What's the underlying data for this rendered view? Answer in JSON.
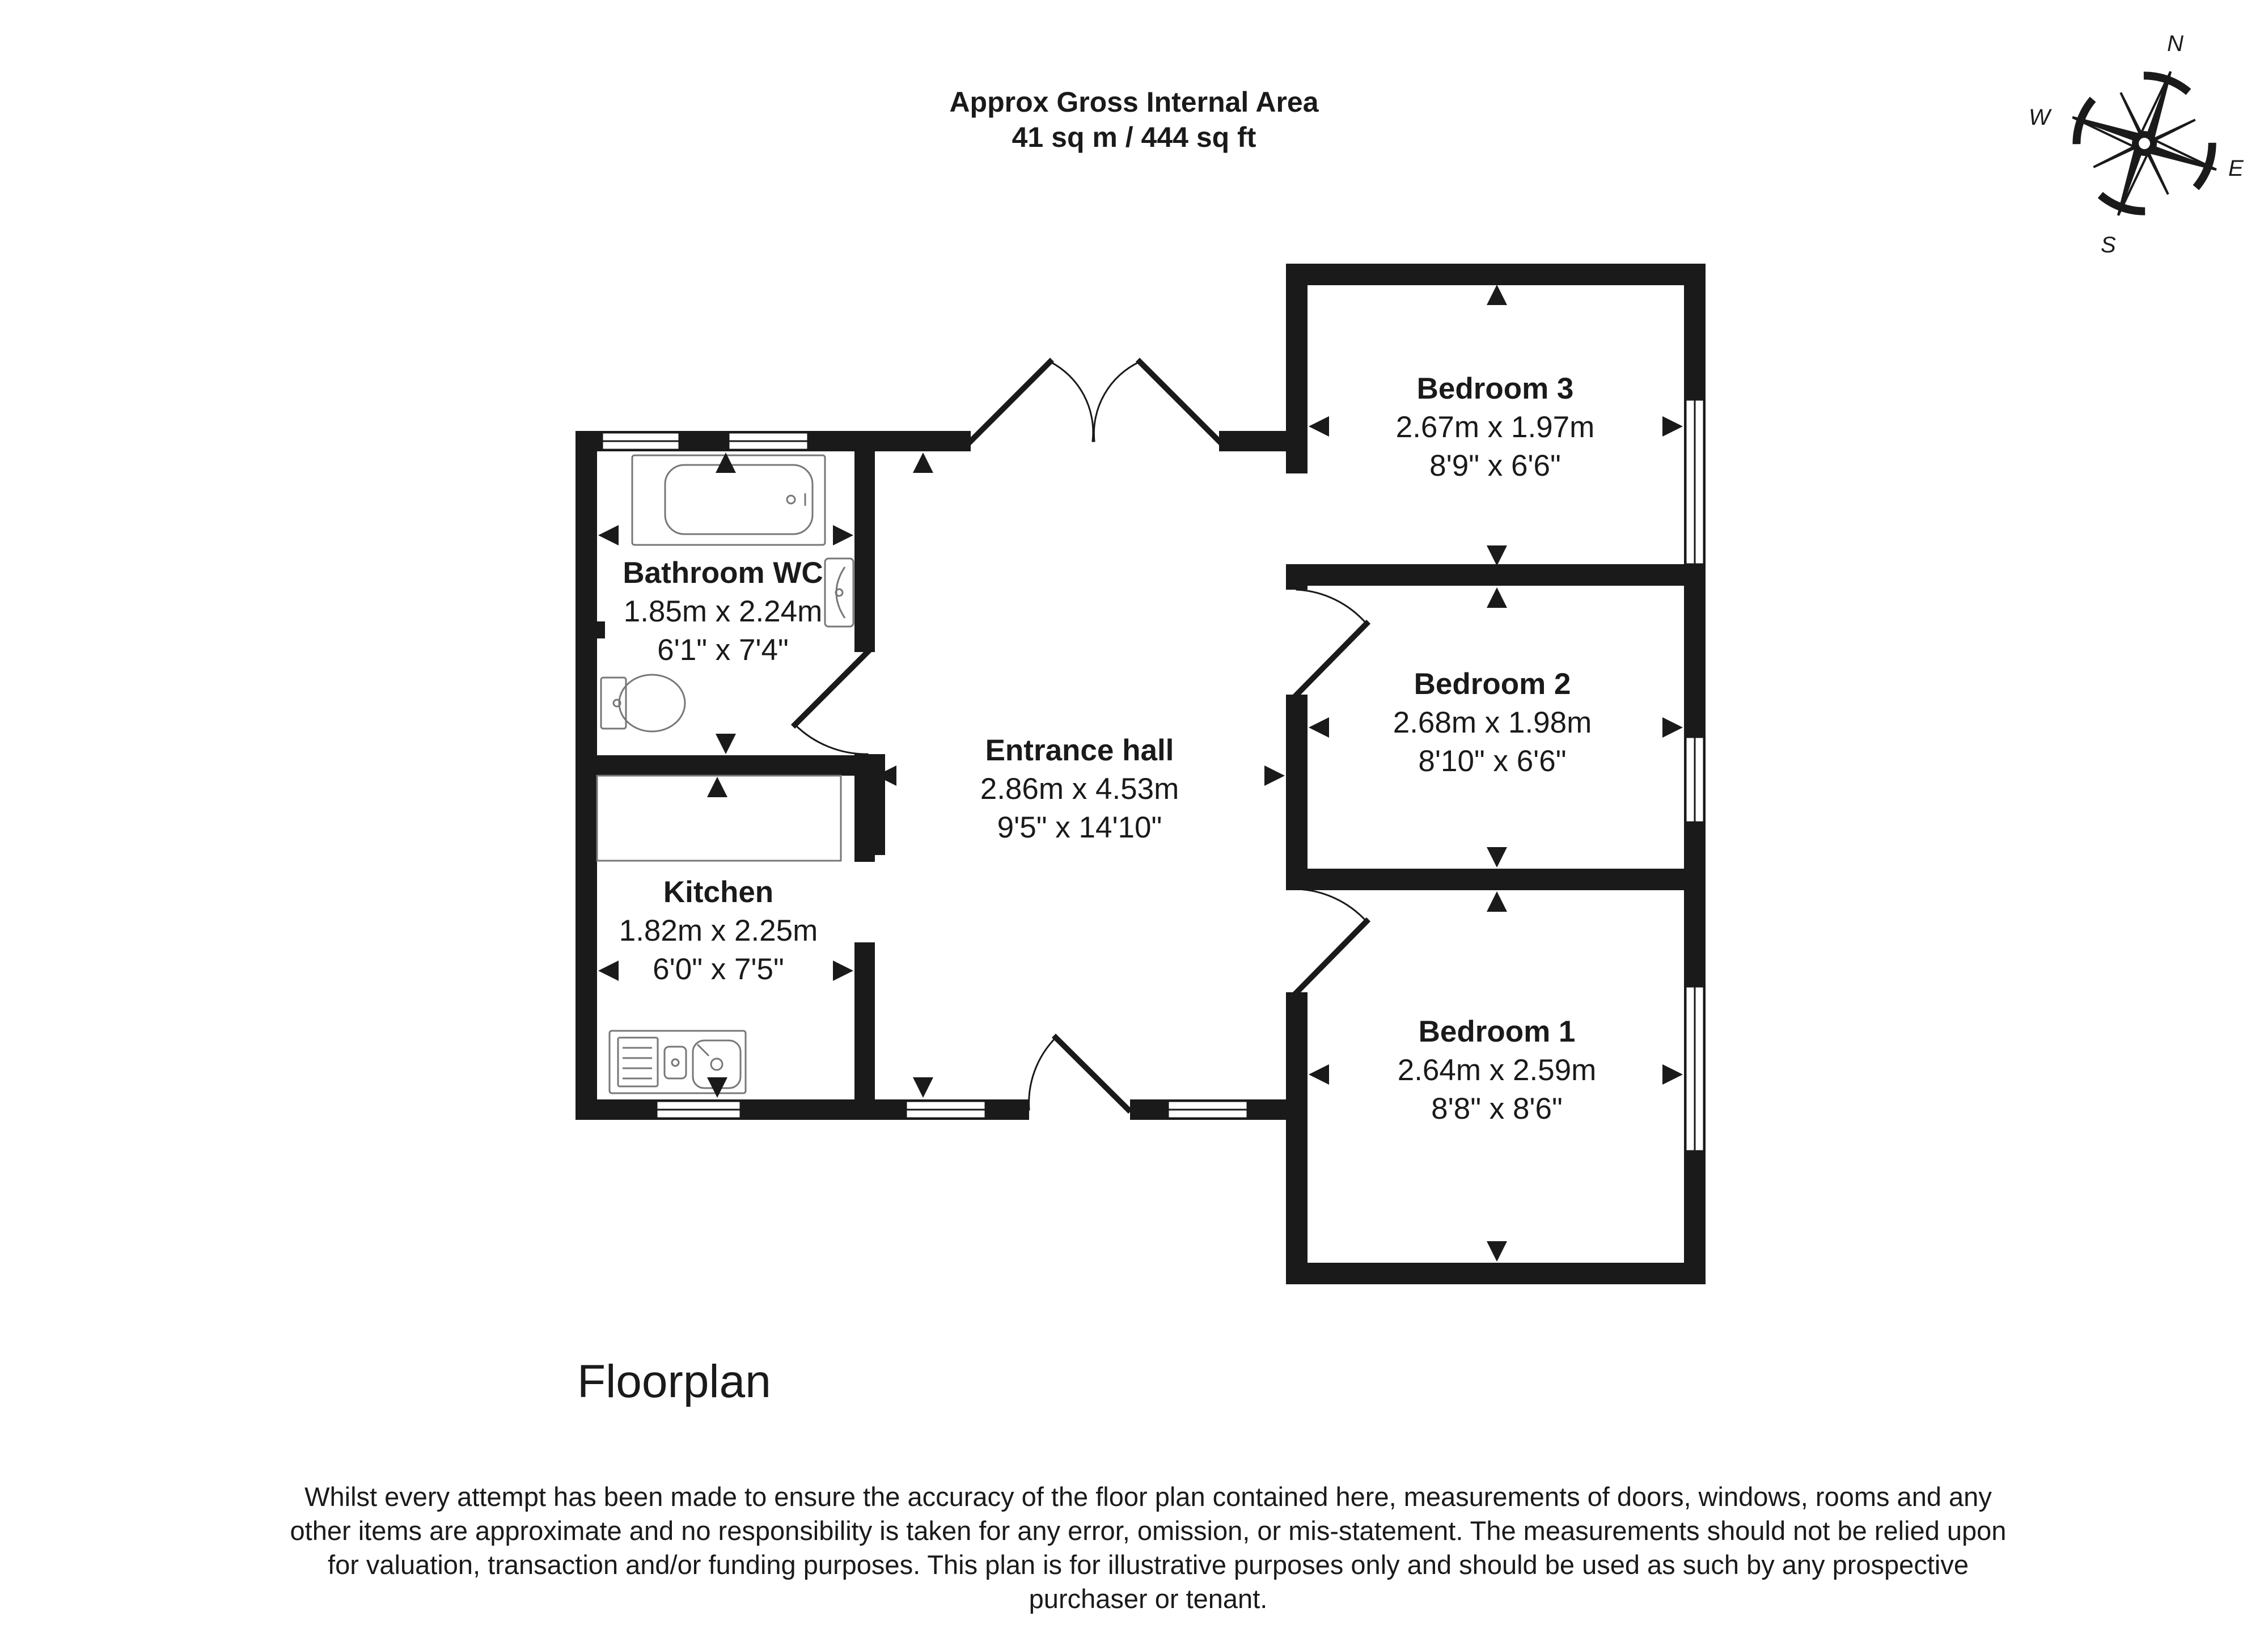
{
  "header": {
    "line1": "Approx Gross Internal Area",
    "line2": "41 sq m / 444 sq ft"
  },
  "compass": {
    "icon": "compass-rose-icon",
    "north": "N",
    "east": "E",
    "south": "S",
    "west": "W"
  },
  "rooms": {
    "bedroom3": {
      "name": "Bedroom 3",
      "metric": "2.67m x 1.97m",
      "imperial": "8'9\" x 6'6\""
    },
    "bedroom2": {
      "name": "Bedroom 2",
      "metric": "2.68m x 1.98m",
      "imperial": "8'10\" x 6'6\""
    },
    "bedroom1": {
      "name": "Bedroom 1",
      "metric": "2.64m x 2.59m",
      "imperial": "8'8\" x 8'6\""
    },
    "bathroom": {
      "name": "Bathroom WC",
      "metric": "1.85m x 2.24m",
      "imperial": "6'1\" x 7'4\""
    },
    "hall": {
      "name": "Entrance hall",
      "metric": "2.86m x 4.53m",
      "imperial": "9'5\" x 14'10\""
    },
    "kitchen": {
      "name": "Kitchen",
      "metric": "1.82m x 2.25m",
      "imperial": "6'0\" x 7'5\""
    }
  },
  "floor_label": "Floorplan",
  "disclaimer": "Whilst every attempt has been made to ensure the accuracy of the floor plan contained here, measurements of doors, windows, rooms and any other items are approximate and no responsibility is taken for any error, omission, or mis-statement. The measurements should not be relied upon for valuation, transaction and/or funding purposes. This plan is for illustrative purposes only and should be used as such by any prospective purchaser or tenant.",
  "colors": {
    "wall": "#1a1a1a",
    "window": "#ffffff",
    "fixture_stroke": "#777777"
  }
}
